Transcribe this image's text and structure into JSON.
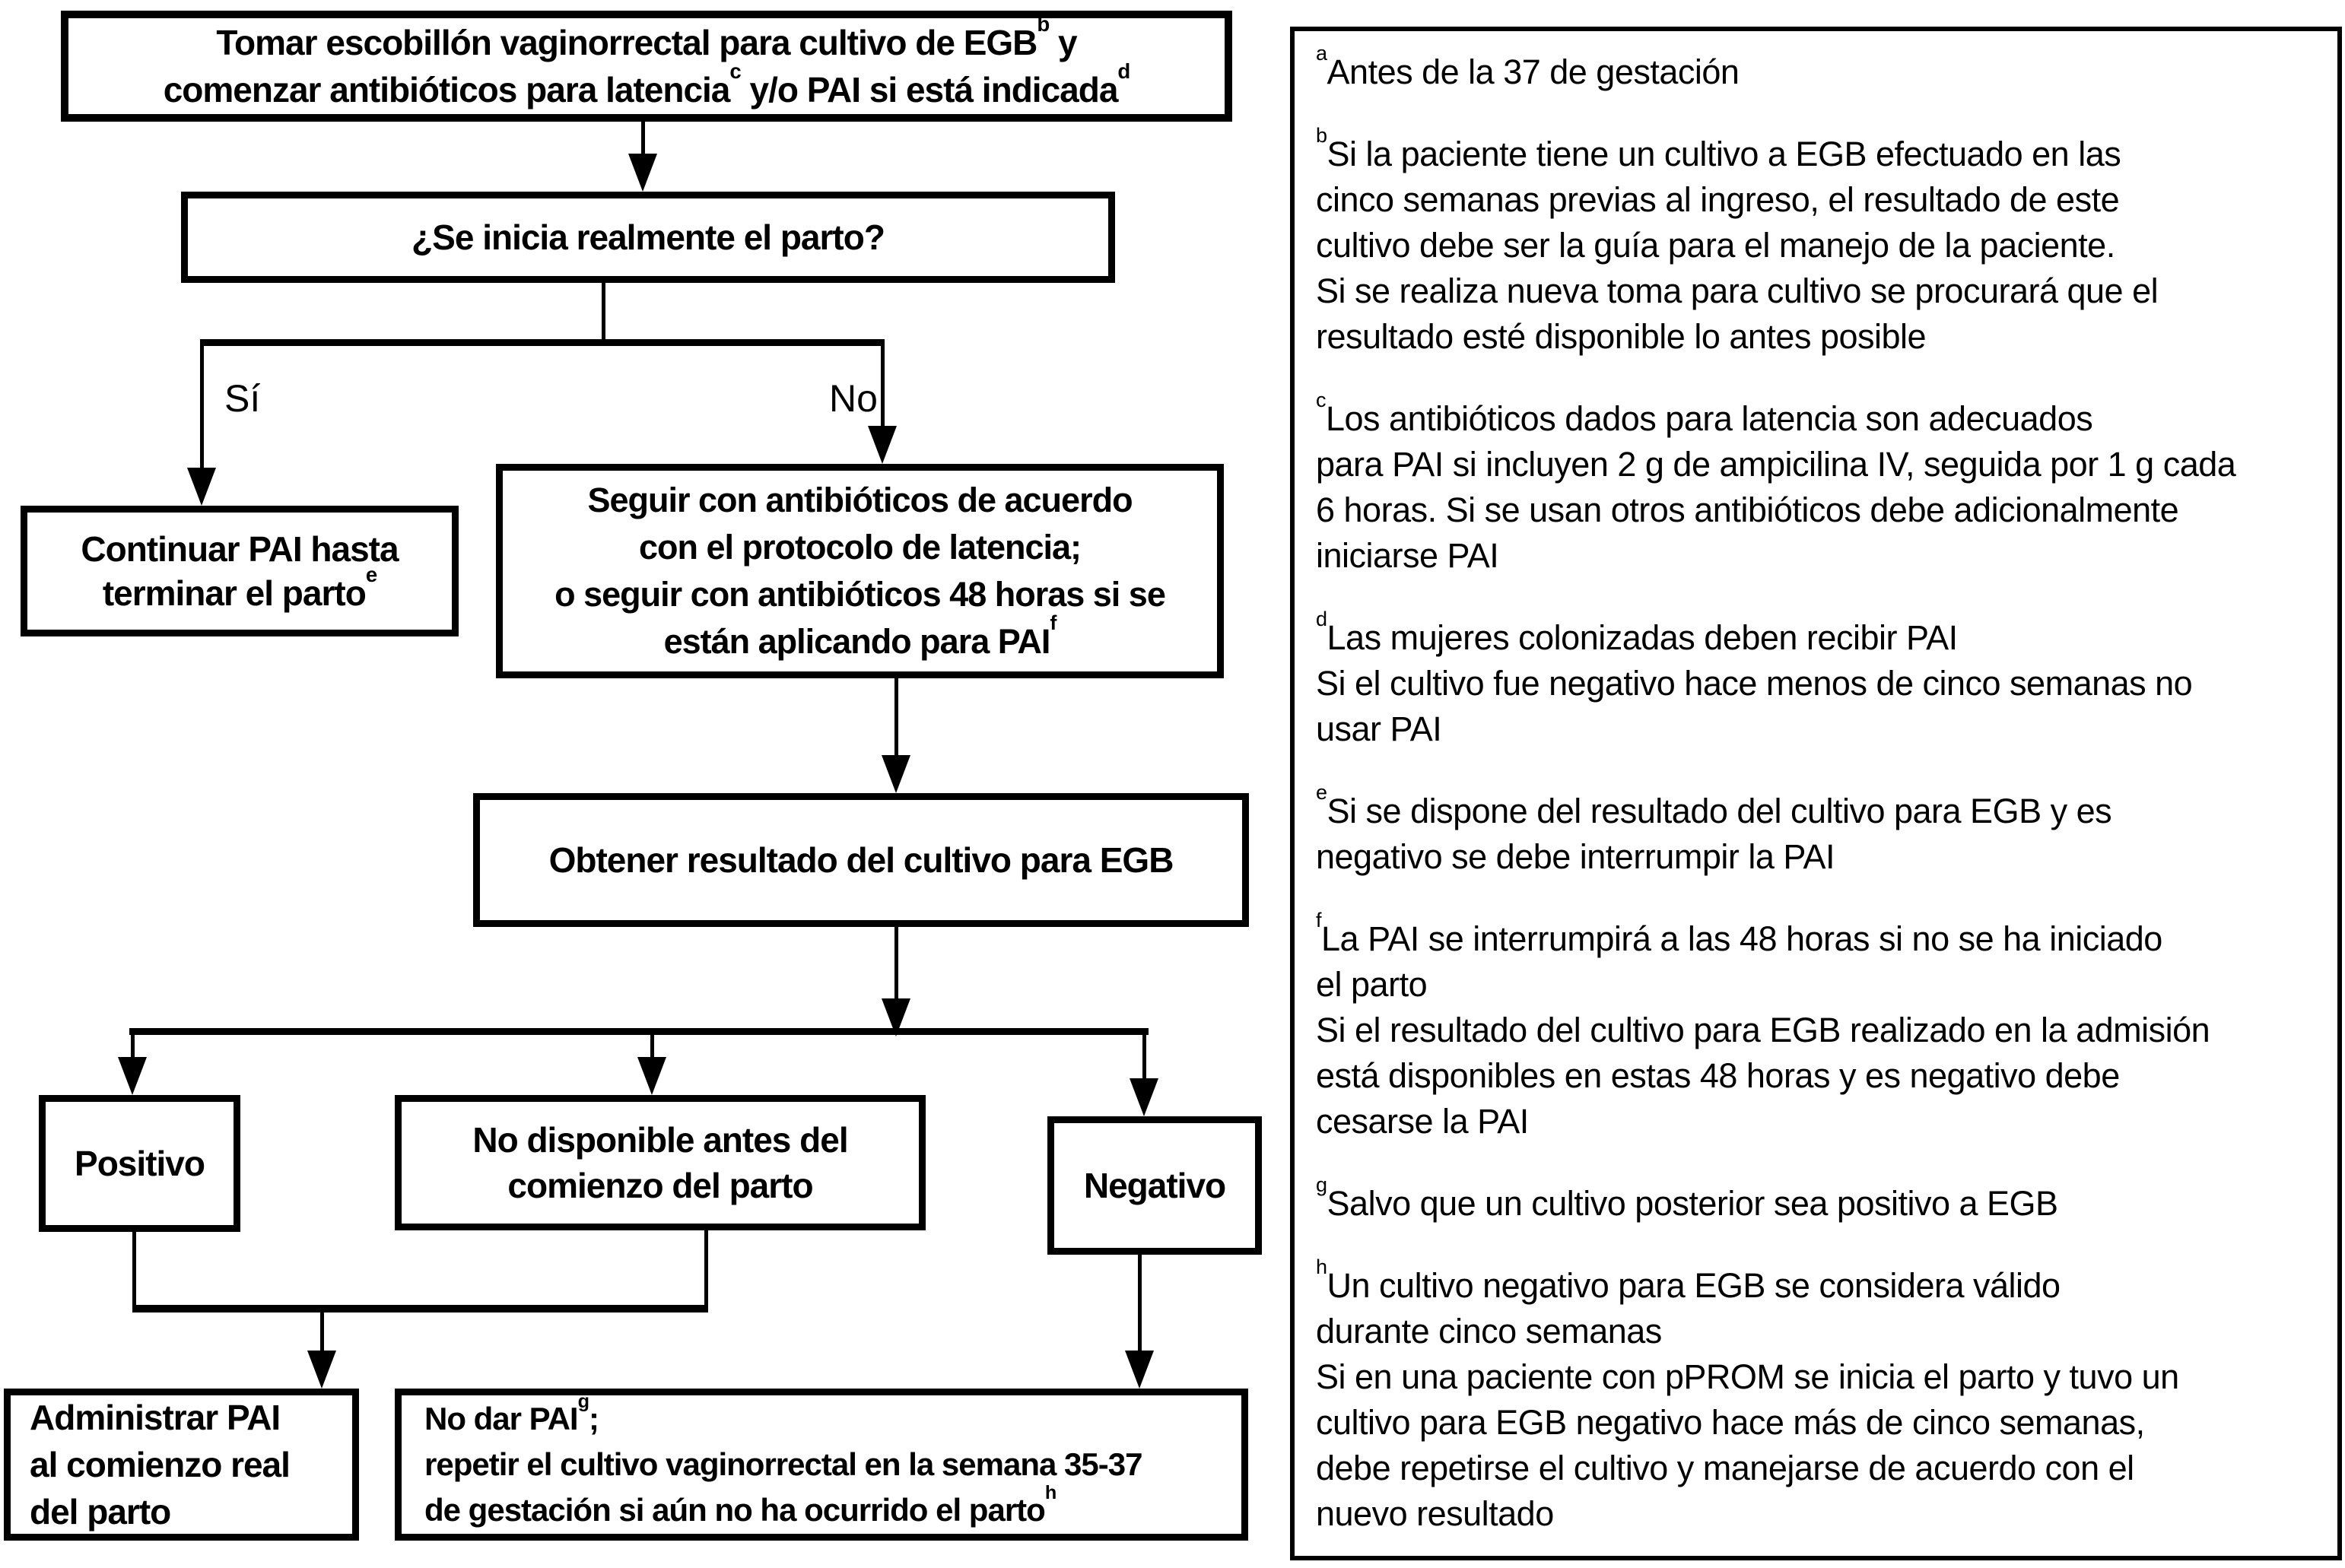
{
  "flowchart": {
    "box_take_culture": {
      "line1_text": "Tomar escobillón vaginorrectal para cultivo de EGB",
      "line1_sup": "b",
      "line1_tail": " y",
      "line2_text": "comenzar antibióticos para latencia",
      "line2_sup1": "c",
      "line2_mid": " y/o PAI si está indicada",
      "line2_sup2": "d"
    },
    "box_question": {
      "text": "¿Se inicia realmente el parto?"
    },
    "branch_yes_label": "Sí",
    "branch_no_label": "No",
    "box_continue_pai": {
      "line1": "Continuar PAI hasta",
      "line2_text": "terminar el parto",
      "line2_sup": "e"
    },
    "box_latency_antibiotics": {
      "line1": "Seguir con antibióticos de acuerdo",
      "line2": "con el protocolo de latencia;",
      "line3": "o seguir con antibióticos 48 horas si se",
      "line4_text": "están aplicando para PAI",
      "line4_sup": "f"
    },
    "box_obtain_result": {
      "text": "Obtener resultado del cultivo para EGB"
    },
    "box_positive": {
      "text": "Positivo"
    },
    "box_not_available": {
      "line1": "No disponible antes del",
      "line2": "comienzo del parto"
    },
    "box_negative": {
      "text": "Negativo"
    },
    "box_administer_pai": {
      "line1": "Administrar PAI",
      "line2": "al comienzo real",
      "line3": "del parto"
    },
    "box_no_pai": {
      "line1_text": "No dar PAI",
      "line1_sup": "g",
      "line1_tail": ";",
      "line2": "repetir el cultivo vaginorrectal en la semana 35-37",
      "line3_text": "de gestación si aún no ha ocurrido el parto",
      "line3_sup": "h"
    }
  },
  "footnotes": [
    {
      "sup": "a",
      "text": "Antes de la 37 de gestación"
    },
    {
      "sup": "b",
      "text": "Si la paciente tiene un cultivo a EGB efectuado en las\ncinco semanas previas al ingreso, el resultado de este\ncultivo debe ser la guía para el manejo de la paciente.\nSi se realiza nueva toma para cultivo se procurará que el\nresultado esté disponible lo antes posible"
    },
    {
      "sup": "c",
      "text": "Los antibióticos dados para latencia son adecuados\npara PAI si incluyen 2 g de ampicilina IV, seguida por 1 g cada\n6 horas. Si se usan otros antibióticos debe adicionalmente\niniciarse PAI"
    },
    {
      "sup": "d",
      "text": "Las mujeres colonizadas deben recibir PAI\nSi el cultivo fue negativo hace menos de cinco semanas no\nusar PAI"
    },
    {
      "sup": "e",
      "text": "Si se dispone del resultado del cultivo para EGB y es\nnegativo se debe interrumpir la PAI"
    },
    {
      "sup": "f",
      "text": "La PAI se interrumpirá a las 48 horas si no se ha iniciado\nel parto\nSi el resultado del cultivo para EGB realizado en la admisión\nestá disponibles en estas 48 horas y es negativo debe\ncesarse la PAI"
    },
    {
      "sup": "g",
      "text": "Salvo que un cultivo posterior sea positivo a EGB"
    },
    {
      "sup": "h",
      "text": "Un cultivo negativo para EGB se considera válido\ndurante cinco semanas\nSi en una paciente con pPROM se inicia el parto y tuvo un\ncultivo para EGB negativo hace más de cinco semanas,\ndebe repetirse el cultivo y manejarse de acuerdo con el\nnuevo resultado"
    }
  ],
  "colors": {
    "ink": "#000000",
    "paper": "#ffffff"
  }
}
